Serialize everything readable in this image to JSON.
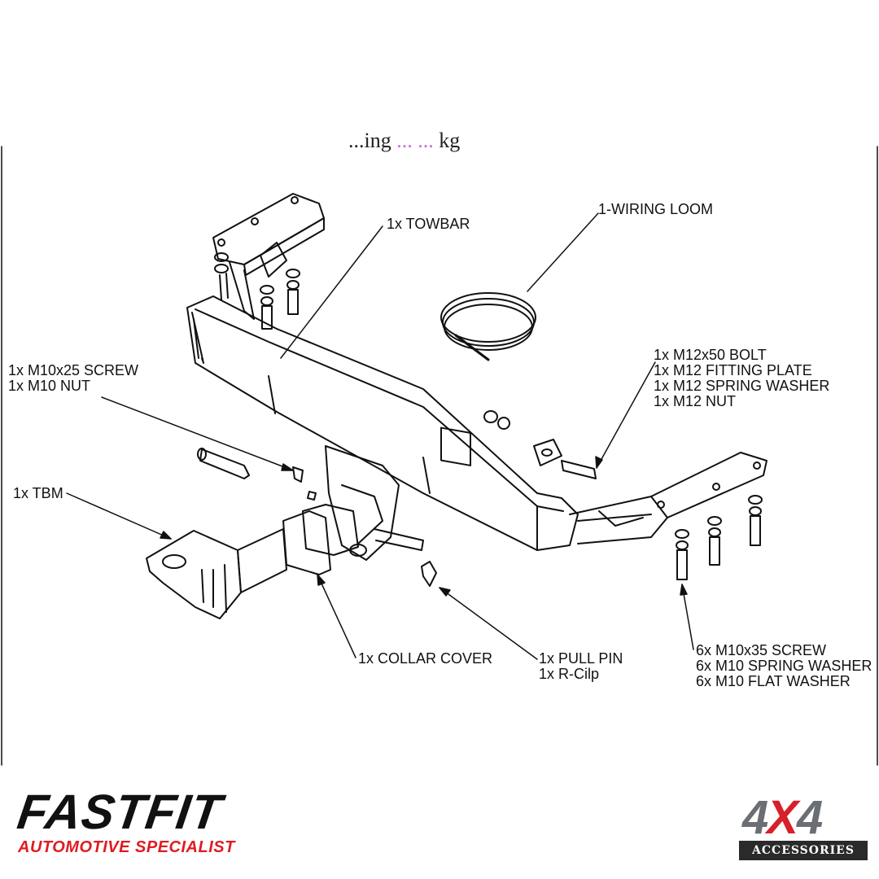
{
  "header_fragment": {
    "part1": "...ing",
    "part2": "... ...",
    "part3": "kg"
  },
  "labels": {
    "towbar": "1x TOWBAR",
    "wiring_loom": "1-WIRING LOOM",
    "m10x25": [
      "1x M10x25 SCREW",
      "1x M10 NUT"
    ],
    "m12": [
      "1x M12x50 BOLT",
      "1x M12 FITTING PLATE",
      "1x M12 SPRING WASHER",
      "1x M12 NUT"
    ],
    "tbm": "1x TBM",
    "collar_cover": "1x COLLAR COVER",
    "pull_pin": [
      "1x PULL PIN",
      "1x R-Cilp"
    ],
    "m10x35": [
      "6x M10x35 SCREW",
      "6x M10 SPRING WASHER",
      "6x M10 FLAT WASHER"
    ]
  },
  "logos": {
    "fastfit_word": "FASTFIT",
    "fastfit_tagline": "AUTOMOTIVE SPECIALIST",
    "fourx4_a": "4",
    "fourx4_x": "X",
    "fourx4_b": "4",
    "fourx4_tagline": "ACCESSORIES"
  },
  "colors": {
    "line": "#111111",
    "fastfit_red": "#e01b22",
    "accent_magenta": "#c86fd8",
    "fourx4_grey": "#6b6e73",
    "fourx4_red": "#d8202a"
  }
}
